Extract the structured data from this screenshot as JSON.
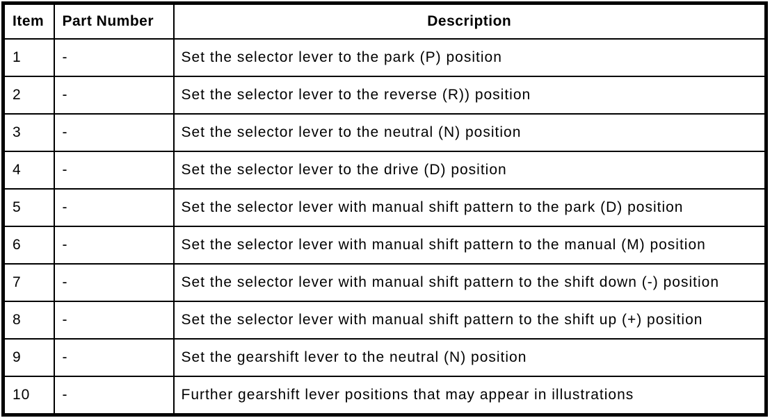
{
  "table": {
    "header": {
      "item": "Item",
      "part_number": "Part Number",
      "description": "Description"
    },
    "rows": [
      {
        "item": "1",
        "part_number": "-",
        "description": "Set the selector lever to the park (P) position"
      },
      {
        "item": "2",
        "part_number": "-",
        "description": "Set the selector lever to the reverse (R)) position"
      },
      {
        "item": "3",
        "part_number": "-",
        "description": "Set the selector lever to the neutral (N) position"
      },
      {
        "item": "4",
        "part_number": "-",
        "description": "Set the selector lever to the drive (D) position"
      },
      {
        "item": "5",
        "part_number": "-",
        "description": "Set the selector lever with manual shift pattern to the park (D) position"
      },
      {
        "item": "6",
        "part_number": "-",
        "description": "Set the selector lever with manual shift pattern to the manual (M) position"
      },
      {
        "item": "7",
        "part_number": "-",
        "description": "Set the selector lever with manual shift pattern to the shift down (-) position"
      },
      {
        "item": "8",
        "part_number": "-",
        "description": "Set the selector lever with manual shift pattern to the shift up (+) position"
      },
      {
        "item": "9",
        "part_number": "-",
        "description": "Set the gearshift lever to the neutral (N) position"
      },
      {
        "item": "10",
        "part_number": "-",
        "description": "Further gearshift lever positions that may appear in illustrations"
      }
    ],
    "colors": {
      "border": "#000000",
      "background": "#ffffff",
      "text": "#000000"
    }
  }
}
